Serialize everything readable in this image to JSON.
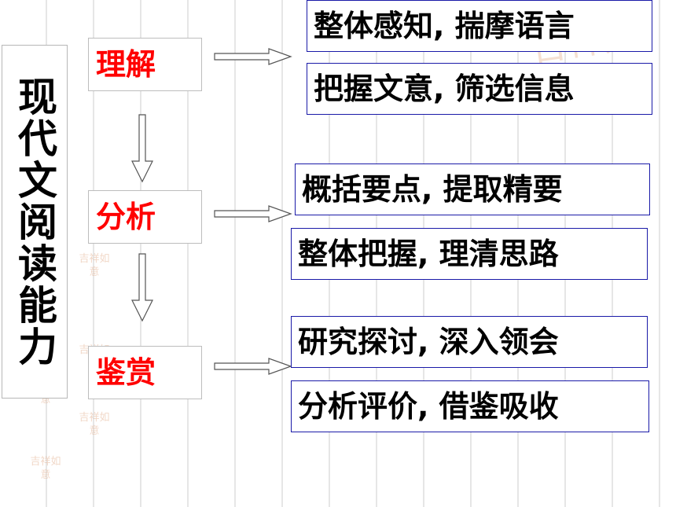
{
  "title": "现代文阅读能力",
  "stages": [
    {
      "label": "理解",
      "steps": [
        "整体感知, 揣摩语言",
        "把握文意, 筛选信息"
      ]
    },
    {
      "label": "分析",
      "steps": [
        "概括要点, 提取精要",
        "整体把握, 理清思路"
      ]
    },
    {
      "label": "鉴赏",
      "steps": [
        "研究探讨, 深入领会",
        "分析评价, 借鉴吸收"
      ]
    }
  ],
  "seal_text": "吉祥如意",
  "colors": {
    "stage_text": "#ff0000",
    "step_border": "#1a1aa8",
    "title_text": "#000000"
  }
}
